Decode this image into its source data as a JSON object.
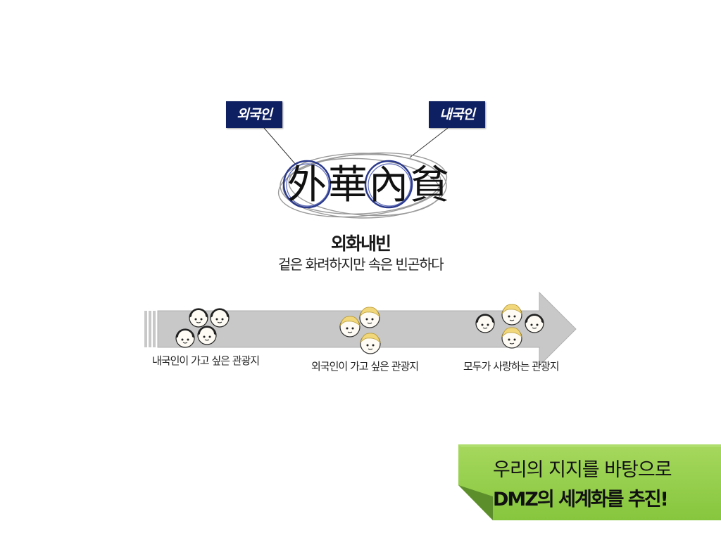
{
  "tags": {
    "left": "외국인",
    "right": "내국인"
  },
  "hanja": {
    "c1": "外",
    "c2": "華",
    "c3": "內",
    "c4": "貧"
  },
  "title": "외화내빈",
  "subtitle": "겉은 화려하지만 속은 빈곤하다",
  "stages": [
    {
      "label": "내국인이 가고 싶은 관광지"
    },
    {
      "label": "외국인이 가고 싶은 관광지"
    },
    {
      "label": "모두가 사랑하는 관광지"
    }
  ],
  "banner": {
    "line1": "우리의 지지를  바탕으로",
    "line2": "DMZ의 세계화를 추진!"
  },
  "colors": {
    "tag_bg": "#0f2062",
    "ring": "#2b3a8c",
    "arrow": "#c8c8c8",
    "banner": "#8fcb4a",
    "banner_fold": "#5c8f2b"
  }
}
